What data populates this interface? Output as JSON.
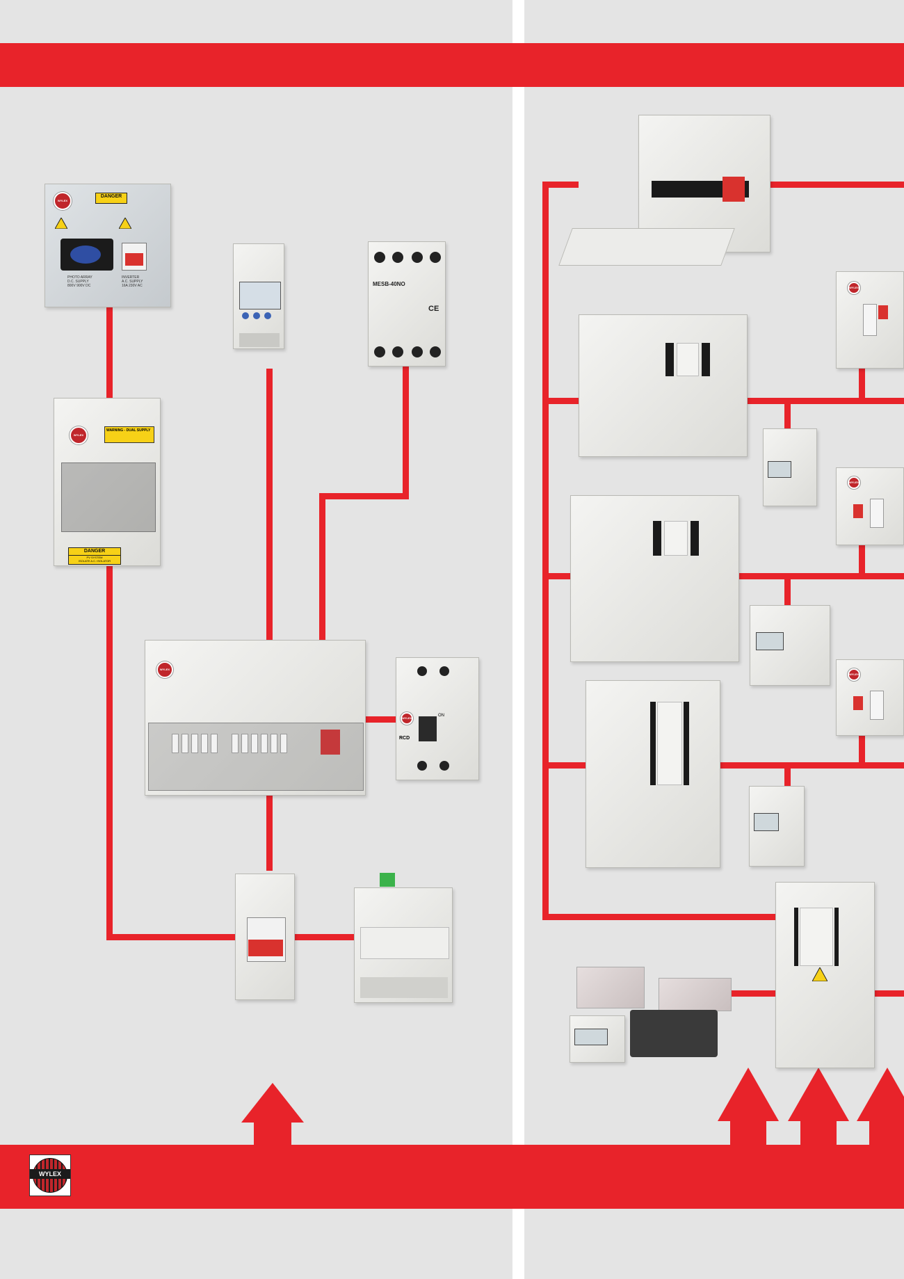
{
  "colors": {
    "accent_red": "#e8232a",
    "background": "#e4e4e4",
    "divider": "#ffffff"
  },
  "brand": {
    "logo_text": "WYLEX"
  },
  "products": {
    "pv_isolator": {
      "danger_label": "DANGER",
      "left_label": "PHOTO ARRAY\nD.C. SUPPLY\n800V 900V DC",
      "right_label": "INVERTER\nA.C. SUPPLY\n16A 230V AC"
    },
    "ac_enclosure": {
      "warning_label": "WARNING - DUAL SUPPLY",
      "danger_label": "DANGER",
      "danger_sub": "PV SYSTEM\nISOLATE A.C. ISOLATOR"
    },
    "contactor": {
      "model": "MESB-40NO",
      "mark": "CE"
    },
    "rcd": {
      "label": "RCD",
      "on_label": "ON"
    }
  }
}
